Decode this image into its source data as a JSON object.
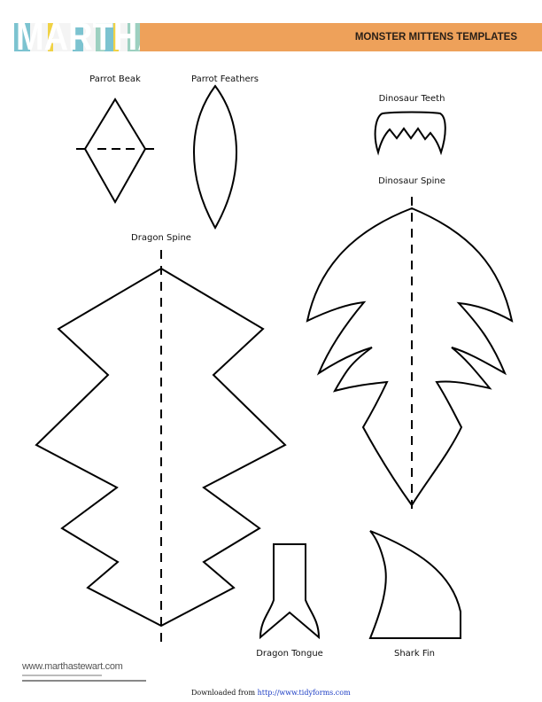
{
  "header": {
    "logo_text": [
      "M",
      "A",
      "R",
      "T",
      "H",
      "A"
    ],
    "logo_stripe_colors": [
      "#7cc3d0",
      "#f0d245",
      "#f0a85e",
      "#7cc3d0",
      "#9dd0c0",
      "#f0d245",
      "#9dd0c0",
      "#eea15a"
    ],
    "title": "MONSTER MITTENS TEMPLATES",
    "bar_color": "#eea15a"
  },
  "templates": [
    {
      "id": "parrot-beak",
      "label": "Parrot Beak"
    },
    {
      "id": "parrot-feathers",
      "label": "Parrot Feathers"
    },
    {
      "id": "dinosaur-teeth",
      "label": "Dinosaur Teeth"
    },
    {
      "id": "dinosaur-spine",
      "label": "Dinosaur Spine"
    },
    {
      "id": "dragon-spine",
      "label": "Dragon Spine"
    },
    {
      "id": "dragon-tongue",
      "label": "Dragon Tongue"
    },
    {
      "id": "shark-fin",
      "label": "Shark Fin"
    }
  ],
  "footer": {
    "url": "www.marthastewart.com",
    "downloaded_prefix": "Downloaded from ",
    "downloaded_link": "http://www.tidyforms.com"
  }
}
